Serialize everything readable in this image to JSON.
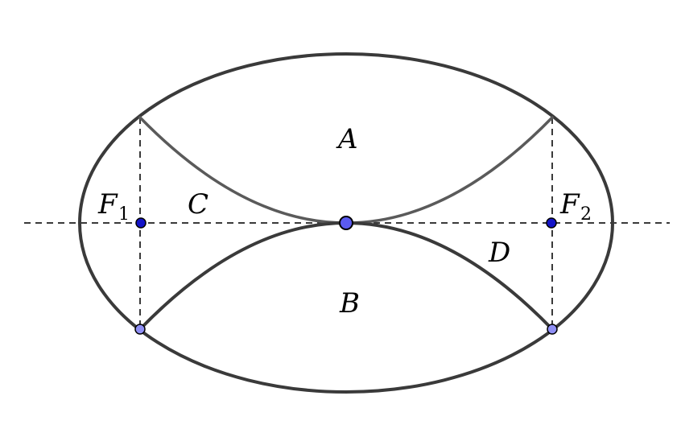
{
  "colors": {
    "ellipse": "#3a3a3a",
    "upper_parabola": "#5a5a5a",
    "lower_parabola": "#3a3a3a",
    "dashed_lines": "#3a3a3a",
    "focus_point": "#1414c8",
    "center_point": "#5b5bef",
    "chord_endpoint": "#8f8ff5",
    "point_outline": "#000000"
  },
  "labels": {
    "region_a": "A",
    "region_b": "B",
    "curve_c": "C",
    "curve_d": "D",
    "focus1_letter": "F",
    "focus1_subscript": "1",
    "focus2_letter": "F",
    "focus2_subscript": "2"
  }
}
